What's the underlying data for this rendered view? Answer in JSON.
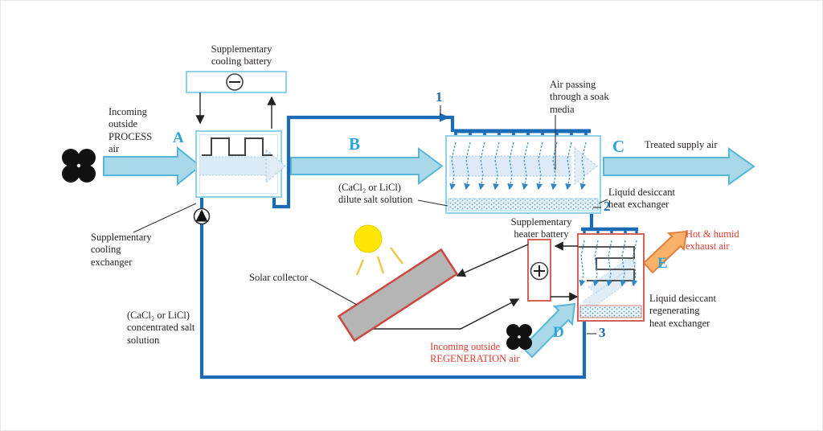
{
  "diagram": {
    "labels": {
      "incoming_process_air": "Incoming\noutside\nPROCESS\nair",
      "supplementary_cooling_battery": "Supplementary\ncooling battery",
      "supplementary_cooling_exchanger": "Supplementary\ncooling\nexchanger",
      "concentrated_salt": "(CaCl₂ or LiCl)\nconcentrated salt\nsolution",
      "dilute_salt": "(CaCl₂ or LiCl)\ndilute salt solution",
      "air_soak_media": "Air passing\nthrough a soak\nmedia",
      "treated_supply_air": "Treated supply air",
      "liquid_desiccant_hx": "Liquid desiccant\nheat exchanger",
      "supplementary_heater_battery": "Supplementary\nheater battery",
      "solar_collector": "Solar collector",
      "hot_humid_exhaust": "Hot & humid\nexhaust air",
      "liquid_desiccant_regen_hx": "Liquid desiccant\nregenerating\nheat exchanger",
      "incoming_regen_air": "Incoming outside\nREGENERATION air"
    },
    "markers": {
      "a": "A",
      "b": "B",
      "c": "C",
      "d": "D",
      "e": "E",
      "n1": "1",
      "n2": "2",
      "n3": "3"
    },
    "icons": {
      "cooling_symbol": "minus-circle",
      "heating_symbol": "plus-circle",
      "pump": "pump-triangle",
      "fans": "four-lobe-fan"
    },
    "colors": {
      "pipe_blue": "#1b6cb5",
      "flow_arrow_fill": "#a9d8e8",
      "flow_arrow_stroke": "#58b7d8",
      "unit_border_blue": "#8ed2ec",
      "red_border": "#d4625c",
      "red_text": "#e23b30",
      "letter_blue": "#2aa3dc",
      "number_blue": "#1b6cb5",
      "orange_fill": "#f8b169",
      "orange_stroke": "#e0813f",
      "sun_yellow": "#ffe605",
      "collector_gray": "#b5b5b5",
      "text_black": "#231f20"
    }
  }
}
